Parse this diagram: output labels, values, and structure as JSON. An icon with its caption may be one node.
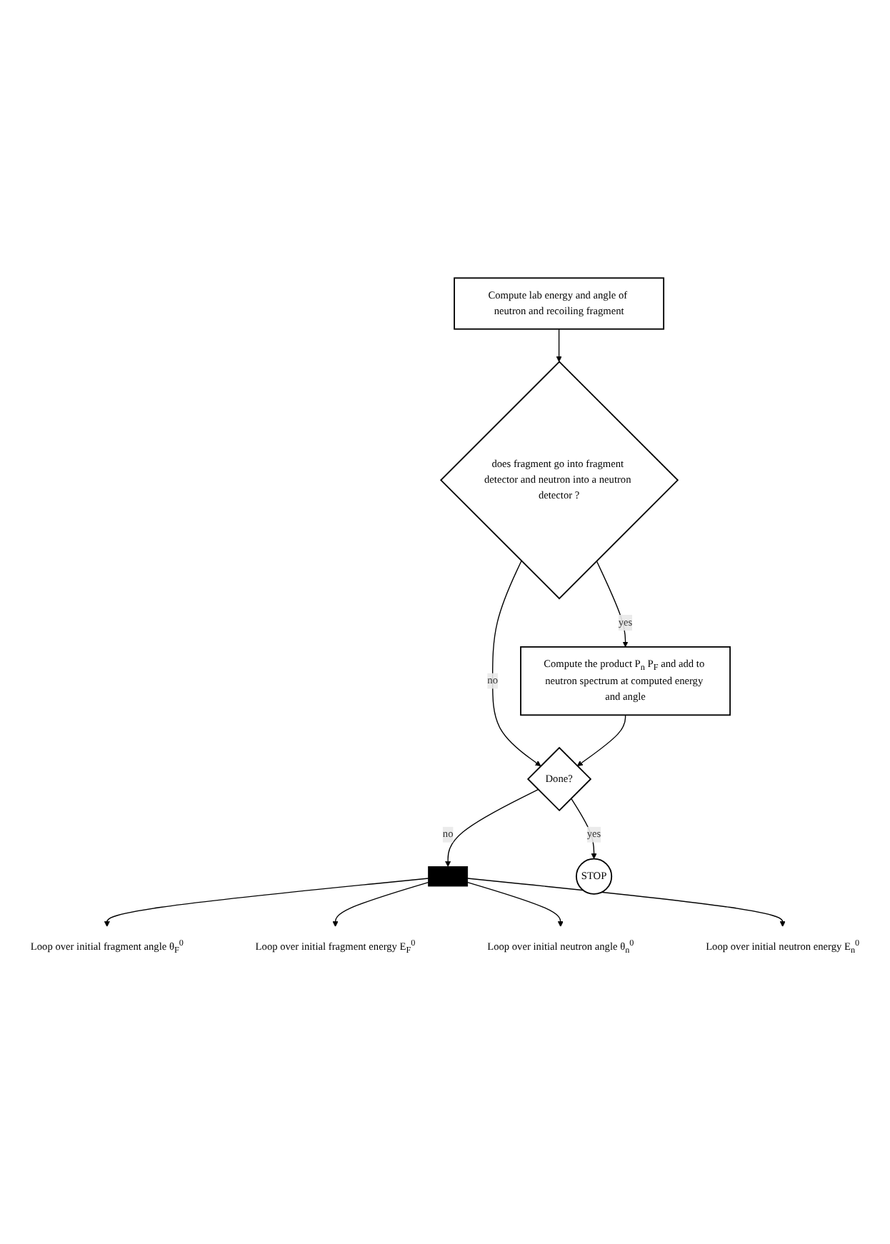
{
  "diagram": {
    "nodes": [
      {
        "text": [
          "Loop over initial fragment angle θ$_{F}$$^{0}$"
        ]
      },
      {
        "text": [
          "Loop over initial fragment energy E$_{F}$$^{0}$"
        ]
      },
      {
        "text": [
          "Loop over initial neutron angle θ$_{n}$$^{0}$"
        ]
      },
      {
        "text": [
          "Loop over initial neutron energy E$_{n}$$^{0}$"
        ]
      },
      {
        "text": [],
        "shape": "bar"
      },
      {
        "text": [
          "Compute lab energy and angle of neutron and recoiling fragment"
        ]
      },
      {
        "text": [
          "does fragment go into fragment detector and neutron into a neutron detector ?"
        ]
      },
      {
        "text": [
          "Compute the product P$_{n}$ P$_{F}$ and add to neutron spectrum at computed energy and angle"
        ]
      },
      {
        "text": [
          "Done?"
        ]
      },
      {
        "text": [
          "STOP"
        ]
      }
    ],
    "edges": [
      {
        "from": 4,
        "to": 0,
        "arrow": "to"
      },
      {
        "from": 4,
        "to": 1,
        "arrow": "to"
      },
      {
        "from": 4,
        "to": 2,
        "arrow": "to"
      },
      {
        "from": 4,
        "to": 3,
        "arrow": "to"
      },
      {
        "from": 5,
        "to": 6,
        "arrow": "to"
      },
      {
        "from": 6,
        "to": 7,
        "label": "yes",
        "arrow": "to"
      },
      {
        "from": 6,
        "to": 8,
        "label": "no",
        "arrow": "to"
      },
      {
        "from": 7,
        "to": 8,
        "arrow": "to"
      },
      {
        "from": 8,
        "to": 4,
        "label": "no",
        "arrow": "to"
      },
      {
        "from": 8,
        "to": 9,
        "label": "yes",
        "arrow": "to"
      }
    ]
  }
}
